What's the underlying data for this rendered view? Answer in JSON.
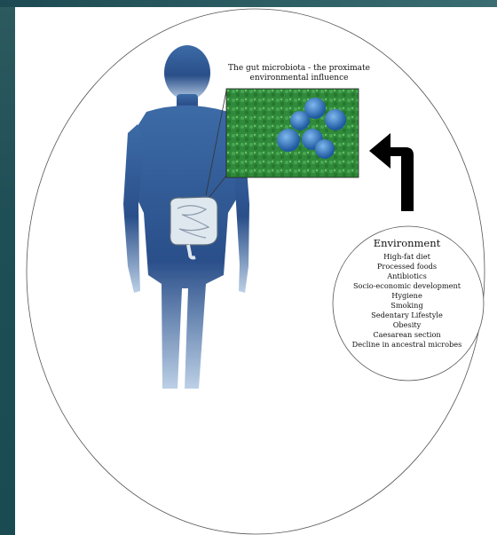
{
  "caption": "The gut microbiota - the proximate environmental influence",
  "environment": {
    "title": "Environment",
    "factors": [
      "High-fat diet",
      "Processed foods",
      "Antibiotics",
      "Socio-economic development",
      "Hygiene",
      "Smoking",
      "Sedentary Lifestyle",
      "Obesity",
      "Caesarean section",
      "Decline in ancestral microbes"
    ]
  },
  "colors": {
    "background": "#1f4f56",
    "body_silhouette": "#2f5a95",
    "microbe_background": "#2f8a3a",
    "microbe_cells": "#2f6fb8",
    "arrow": "#000000"
  },
  "icons": {
    "body": "human-body-silhouette",
    "intestine": "intestine-icon",
    "microbe_image": "bacteria-micrograph",
    "arrow": "bent-arrow-icon"
  }
}
